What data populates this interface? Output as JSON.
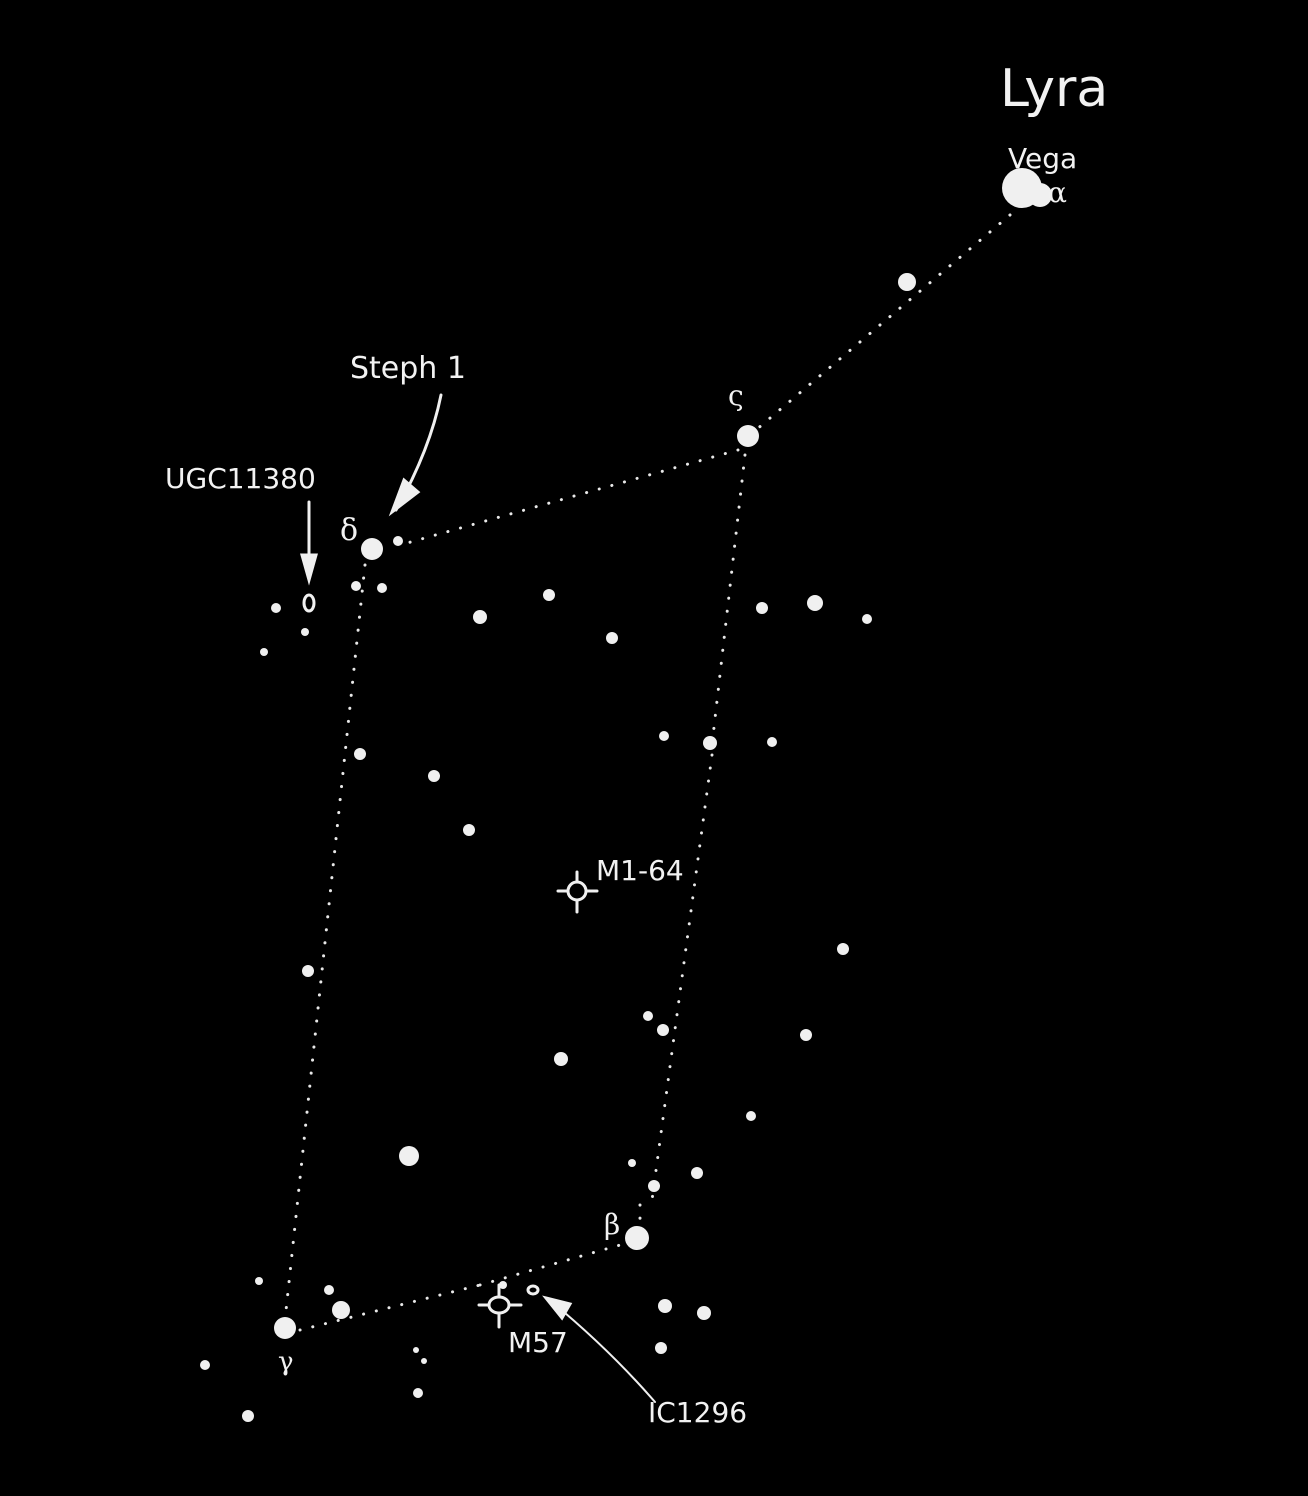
{
  "colors": {
    "background": "#000000",
    "ink": "#f2f2f2"
  },
  "labels": {
    "constellation": "Lyra",
    "vega": "Vega",
    "alpha": "α",
    "zeta": "ς",
    "delta": "δ",
    "beta": "β",
    "gamma": "γ",
    "steph1": "Steph 1",
    "ugc11380": "UGC11380",
    "m1_64": "M1-64",
    "m57": "M57",
    "ic1296": "IC1296"
  }
}
